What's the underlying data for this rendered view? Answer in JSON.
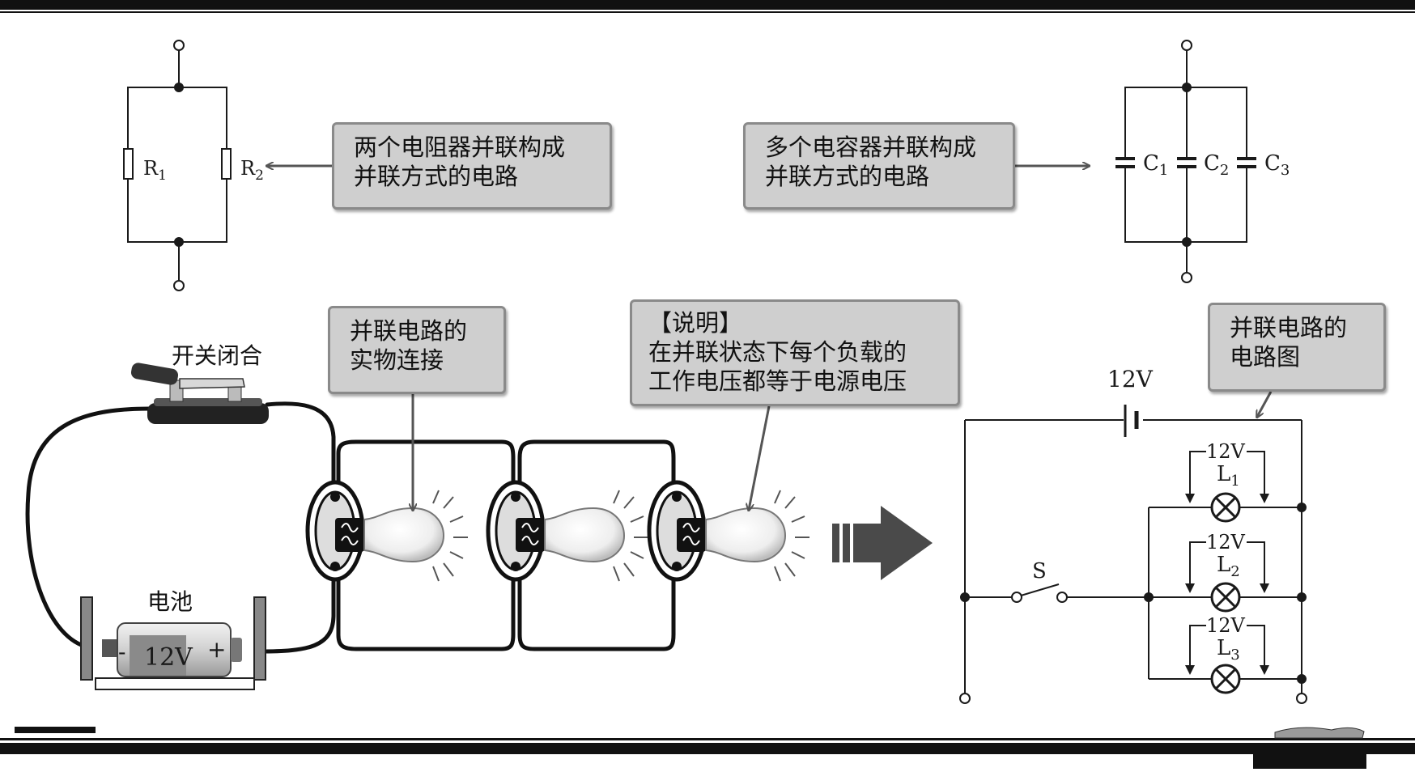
{
  "colors": {
    "stroke": "#1a1a1a",
    "callout_fill": "#cfcfcf",
    "callout_border": "#8a8a8a",
    "big_arrow": "#4a4a4a"
  },
  "resistor_circuit": {
    "r1": {
      "letter": "R",
      "sub": "1"
    },
    "r2": {
      "letter": "R",
      "sub": "2"
    }
  },
  "capacitor_circuit": {
    "c1": {
      "letter": "C",
      "sub": "1"
    },
    "c2": {
      "letter": "C",
      "sub": "2"
    },
    "c3": {
      "letter": "C",
      "sub": "3"
    }
  },
  "callouts": {
    "resistor_parallel": [
      "两个电阻器并联构成",
      "并联方式的电路"
    ],
    "capacitor_parallel": [
      "多个电容器并联构成",
      "并联方式的电路"
    ],
    "physical_connection": [
      "并联电路的",
      "实物连接"
    ],
    "explanation": [
      "【说明】",
      "在并联状态下每个负载的",
      "工作电压都等于电源电压"
    ],
    "schematic": [
      "并联电路的",
      "电路图"
    ]
  },
  "physical": {
    "switch_label": "开关闭合",
    "battery_label": "电池",
    "battery_voltage": "12V",
    "battery_minus": "-",
    "battery_plus": "+"
  },
  "schematic": {
    "source_voltage": "12V",
    "switch_label": "S",
    "lamps": [
      {
        "voltage": "12V",
        "letter": "L",
        "sub": "1"
      },
      {
        "voltage": "12V",
        "letter": "L",
        "sub": "2"
      },
      {
        "voltage": "12V",
        "letter": "L",
        "sub": "3"
      }
    ]
  }
}
